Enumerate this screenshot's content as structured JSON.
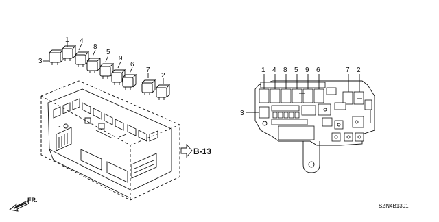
{
  "left_relays": [
    {
      "callout": "1"
    },
    {
      "callout": "3"
    },
    {
      "callout": "4"
    },
    {
      "callout": "8"
    },
    {
      "callout": "5"
    },
    {
      "callout": "9"
    },
    {
      "callout": "6"
    },
    {
      "callout": "7"
    },
    {
      "callout": "2"
    }
  ],
  "ref_link": "B-13",
  "front_arrow": "FR.",
  "right_callouts_top": [
    "1",
    "4",
    "8",
    "5",
    "9",
    "6",
    "7",
    "2"
  ],
  "right_callout_side": "3",
  "part_code": "SZN4B1301"
}
